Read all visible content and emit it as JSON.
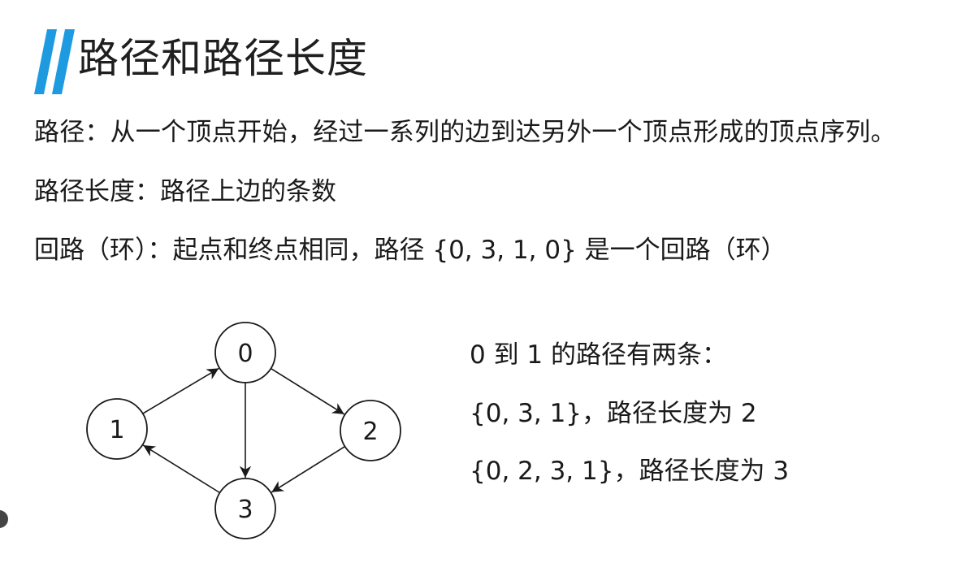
{
  "title": "路径和路径长度",
  "lines": {
    "path_def": "路径：从一个顶点开始，经过一系列的边到达另外一个顶点形成的顶点序列。",
    "length_def": "路径长度：路径上边的条数",
    "cycle_def": "回路（环）：起点和终点相同，路径 {0, 3, 1, 0} 是一个回路（环）"
  },
  "graph": {
    "nodes": [
      {
        "id": "0",
        "label": "0"
      },
      {
        "id": "1",
        "label": "1"
      },
      {
        "id": "2",
        "label": "2"
      },
      {
        "id": "3",
        "label": "3"
      }
    ],
    "edges": [
      {
        "from": "1",
        "to": "0"
      },
      {
        "from": "0",
        "to": "2"
      },
      {
        "from": "0",
        "to": "3"
      },
      {
        "from": "2",
        "to": "3"
      },
      {
        "from": "3",
        "to": "1"
      }
    ]
  },
  "notes": {
    "heading": "0 到 1 的路径有两条：",
    "path_a": "{0, 3, 1}，路径长度为 2",
    "path_b": "{0, 2, 3, 1}，路径长度为 3"
  },
  "colors": {
    "accent": "#1e9be0",
    "text": "#1a1a1a",
    "node_stroke": "#1a1a1a"
  }
}
